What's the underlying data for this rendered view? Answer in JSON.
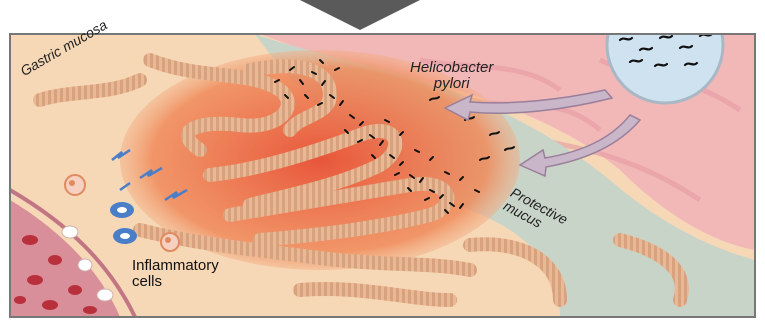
{
  "labels": {
    "gastric_mucosa": "Gastric mucosa",
    "helicobacter_line1": "Helicobacter",
    "helicobacter_line2": "pylori",
    "protective_line1": "Protective",
    "protective_line2": "mucus",
    "inflammatory_line1": "Inflammatory",
    "inflammatory_line2": "cells"
  },
  "colors": {
    "background": "#f6d8b6",
    "mucosa_pink": "#f2b8b8",
    "mucus_gray": "#c9d4c8",
    "inflamed_red": "#e8563a",
    "inflamed_orange": "#f08a5a",
    "gland_band": "#e9b995",
    "vessel": "#d98f9a",
    "rbc": "#b8303c",
    "bacteria": "#111111",
    "arrow": "#c9b6c9",
    "magnifier": "#cfe2f0",
    "lightning": "#4a7fc8"
  },
  "icons": {
    "top_arrow": "downward-chevron-icon",
    "magnifier": "magnifier-circle-icon",
    "lightning": "lightning-bolt-icon"
  }
}
